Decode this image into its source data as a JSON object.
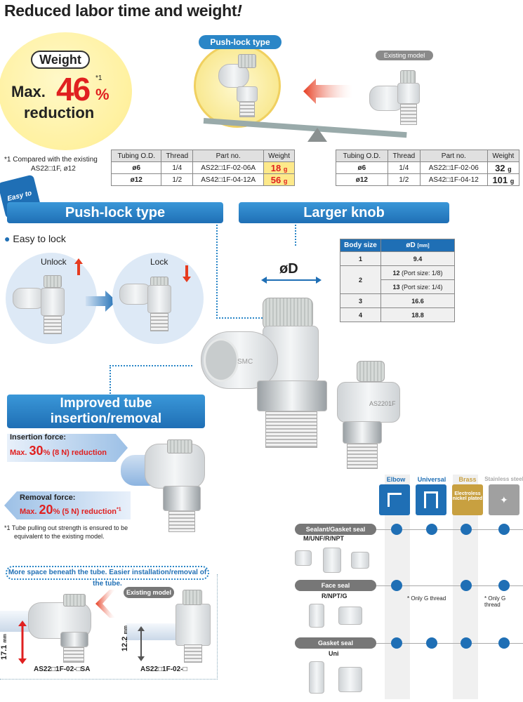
{
  "title": {
    "main": "Reduced labor time and weight",
    "ex": "!"
  },
  "weight_box": {
    "badge": "Weight",
    "max": "Max.",
    "value": "46",
    "unit": "%",
    "note_mark": "*1",
    "reduction": "reduction"
  },
  "footnote1": {
    "mark": "*1",
    "line1": "Compared with the existing",
    "line2": "AS22□1F, ø12"
  },
  "push_lock_badge": "Push-lock type",
  "existing_badge": "Existing model",
  "table_new": {
    "headers": [
      "Tubing O.D.",
      "Thread",
      "Part no.",
      "Weight"
    ],
    "rows": [
      {
        "od": "ø6",
        "thread": "1/4",
        "part": "AS22□1F-02-06A",
        "weight": "18",
        "unit": "g"
      },
      {
        "od": "ø12",
        "thread": "1/2",
        "part": "AS42□1F-04-12A",
        "weight": "56",
        "unit": "g"
      }
    ]
  },
  "table_old": {
    "headers": [
      "Tubing O.D.",
      "Thread",
      "Part no.",
      "Weight"
    ],
    "rows": [
      {
        "od": "ø6",
        "thread": "1/4",
        "part": "AS22□1F-02-06",
        "weight": "32",
        "unit": "g"
      },
      {
        "od": "ø12",
        "thread": "1/2",
        "part": "AS42□1F-04-12",
        "weight": "101",
        "unit": "g"
      }
    ]
  },
  "easy_badge": "Easy to use",
  "pushlock_section": {
    "title": "Push-lock type",
    "bullet": "Easy to lock",
    "unlock": "Unlock",
    "lock": "Lock"
  },
  "knob_section": {
    "title": "Larger knob",
    "dim": "øD"
  },
  "knob_table": {
    "h1": "Body size",
    "h2": "øD",
    "h2_unit": "[mm]",
    "rows": [
      {
        "size": "1",
        "d": "9.4"
      },
      {
        "size": "2",
        "d": "12",
        "d_note": "(Port size: 1/8)",
        "d2": "13",
        "d2_note": "(Port size: 1/4)"
      },
      {
        "size": "3",
        "d": "16.6"
      },
      {
        "size": "4",
        "d": "18.8"
      }
    ]
  },
  "product_label": "SMC",
  "product_label2": "AS2201F",
  "tube_section": {
    "title1": "Improved tube",
    "title2": "insertion/removal",
    "insertion_label": "Insertion force:",
    "ins_max": "Max.",
    "ins_val": "30",
    "ins_pct": "%",
    "ins_rest": "(8 N) reduction",
    "removal_label": "Removal force:",
    "rem_max": "Max.",
    "rem_val": "20",
    "rem_pct": "%",
    "rem_rest": "(5 N) reduction",
    "rem_mark": "*1",
    "note_mark": "*1",
    "note1": "Tube pulling out strength is ensured to be",
    "note2": "equivalent to the existing model."
  },
  "space_section": {
    "headline": "More space beneath the tube. Easier installation/removal of the tube.",
    "existing_badge": "Existing model",
    "dim_new": "17.1",
    "dim_old": "12.2",
    "dim_unit": "mm",
    "label_new": "AS22□1F-02-□SA",
    "label_old": "AS22□1F-02-□"
  },
  "matrix": {
    "columns": [
      "Elbow",
      "Universal",
      "Brass",
      "Stainless steel"
    ],
    "brass_note": "Electroless nickel plated",
    "column_colors": [
      "#1f6fb5",
      "#1f6fb5",
      "#c8a040",
      "#a0a0a0"
    ],
    "rows": [
      {
        "label": "Sealant/Gasket seal",
        "sub": "M/UNF/R/NPT",
        "dots": [
          true,
          true,
          true,
          true
        ]
      },
      {
        "label": "Face seal",
        "sub": "R/NPT/G",
        "dots": [
          true,
          false,
          true,
          false
        ],
        "notes": [
          "",
          "Only G thread",
          "",
          "Only G thread"
        ]
      },
      {
        "label": "Gasket seal",
        "sub": "Uni",
        "dots": [
          true,
          true,
          true,
          true
        ]
      }
    ]
  }
}
